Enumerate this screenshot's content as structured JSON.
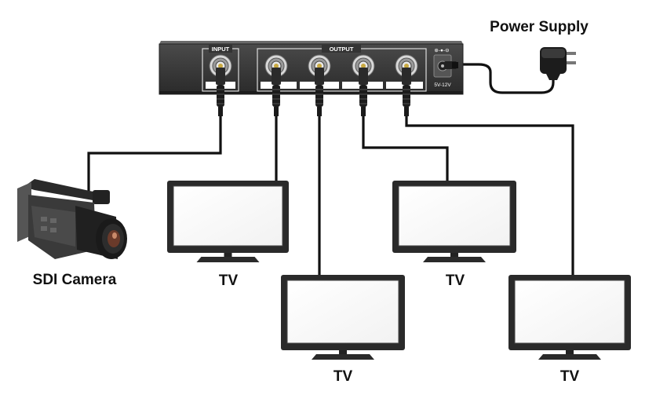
{
  "splitter": {
    "input_label": "INPUT",
    "output_label": "OUTPUT",
    "voltage_label": "5V-12V",
    "polarity_symbol": "⊕-●-⊖"
  },
  "power_supply": {
    "label": "Power Supply",
    "icon": "power-adapter-icon"
  },
  "camera": {
    "label": "SDI Camera",
    "icon": "camcorder-icon"
  },
  "tvs": [
    {
      "label": "TV"
    },
    {
      "label": "TV"
    },
    {
      "label": "TV"
    },
    {
      "label": "TV"
    }
  ],
  "colors": {
    "device": "#3a3a3a",
    "cable": "#111111",
    "label_bg": "#ffffff"
  }
}
